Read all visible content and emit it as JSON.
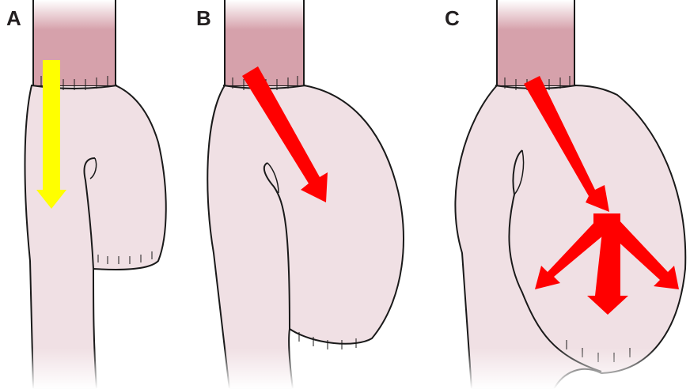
{
  "panels": [
    {
      "label": "A",
      "arrow_color": "#ffff00",
      "arrow_count": 1
    },
    {
      "label": "B",
      "arrow_color": "#ff0000",
      "arrow_count": 1
    },
    {
      "label": "C",
      "arrow_color": "#ff0000",
      "arrow_count": 4
    }
  ],
  "colors": {
    "esophagus": "#d6a1ab",
    "tissue": "#f0e0e4",
    "outline": "#1a1a1a",
    "yellow_arrow": "#ffff00",
    "red_arrow": "#ff0000"
  }
}
